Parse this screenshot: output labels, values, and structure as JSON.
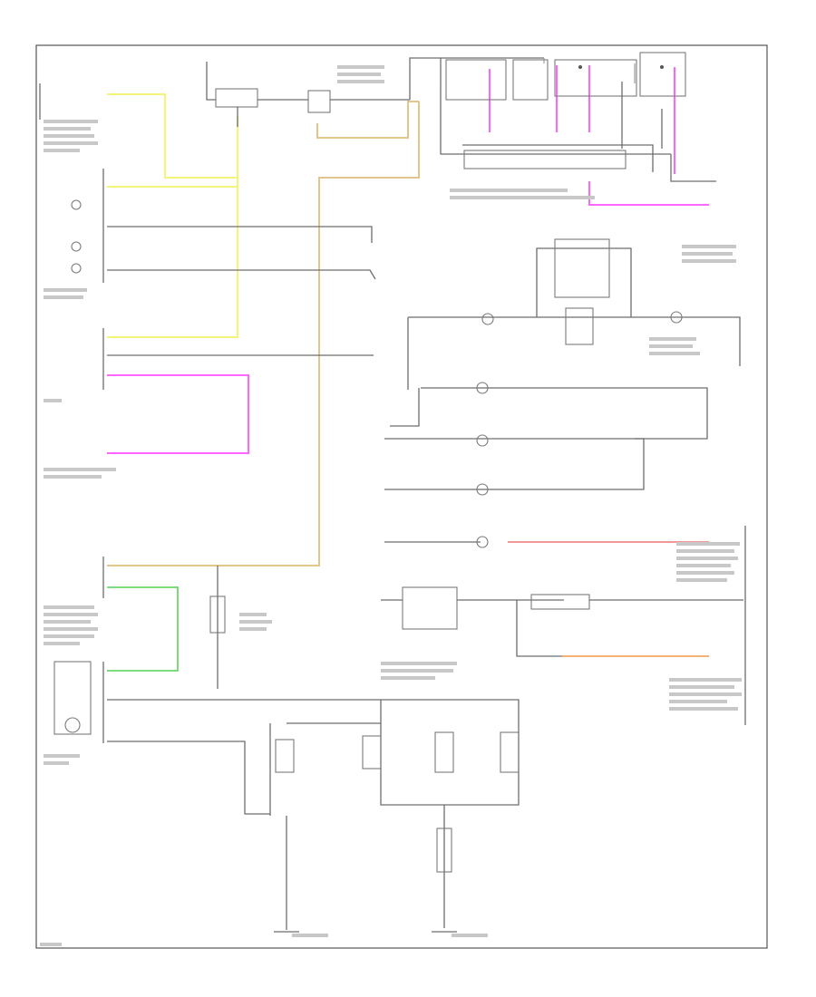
{
  "diagram": {
    "type": "wiring-schematic",
    "text_legible": false,
    "colors": {
      "background": "#ffffff",
      "wire_default": "#6e6e6e",
      "wire_yellow": "#f4f47a",
      "wire_tan": "#e2c58a",
      "wire_magenta": "#ff66ff",
      "wire_red": "#f08a8a",
      "wire_green": "#6cd66c",
      "wire_orange": "#f2a766"
    },
    "icons": [
      "ground-symbol",
      "lamp-symbol",
      "switch-contact",
      "connector-splice"
    ],
    "footer_code": ""
  }
}
